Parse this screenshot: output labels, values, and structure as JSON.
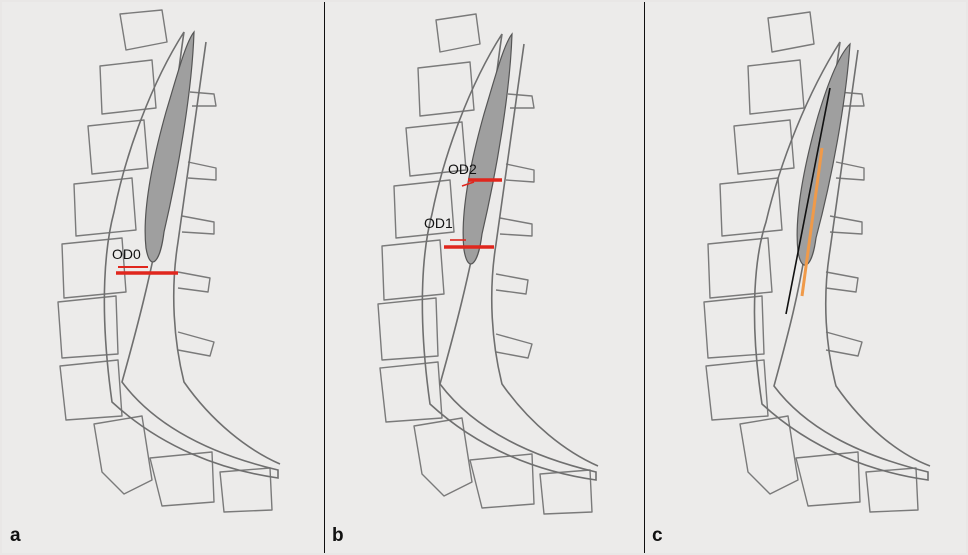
{
  "colors": {
    "paper": "#ecebea",
    "pencil": "#6f6f6f",
    "cord_fill": "#9f9f9f",
    "measure_line": "#e0261d",
    "axis_line": "#111111",
    "cone_axis_line": "#f09a49",
    "panel_divider": "#0f0f0f"
  },
  "panels": [
    {
      "label": "a",
      "measurements": [
        "OD0"
      ]
    },
    {
      "label": "b",
      "measurements": [
        "OD2",
        "OD1"
      ]
    },
    {
      "label": "c",
      "measurements": []
    }
  ]
}
